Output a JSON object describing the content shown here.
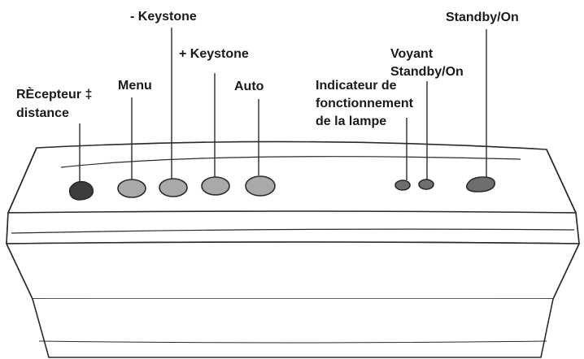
{
  "labels": {
    "recepteur_line1": "RÈcepteur ‡",
    "recepteur_line2": "distance",
    "menu": "Menu",
    "keystone_minus": "- Keystone",
    "keystone_plus": "+ Keystone",
    "auto": "Auto",
    "lamp_line1": "Indicateur de",
    "lamp_line2": "fonctionnement",
    "lamp_line3": "de la lampe",
    "voyant_line1": "Voyant",
    "voyant_line2": "Standby/On",
    "standby": "Standby/On"
  },
  "colors": {
    "receiver": "#3d3d3d",
    "button": "#a9a9a9",
    "indicator": "#6e6e6e",
    "outline": "#2a2a2a"
  }
}
